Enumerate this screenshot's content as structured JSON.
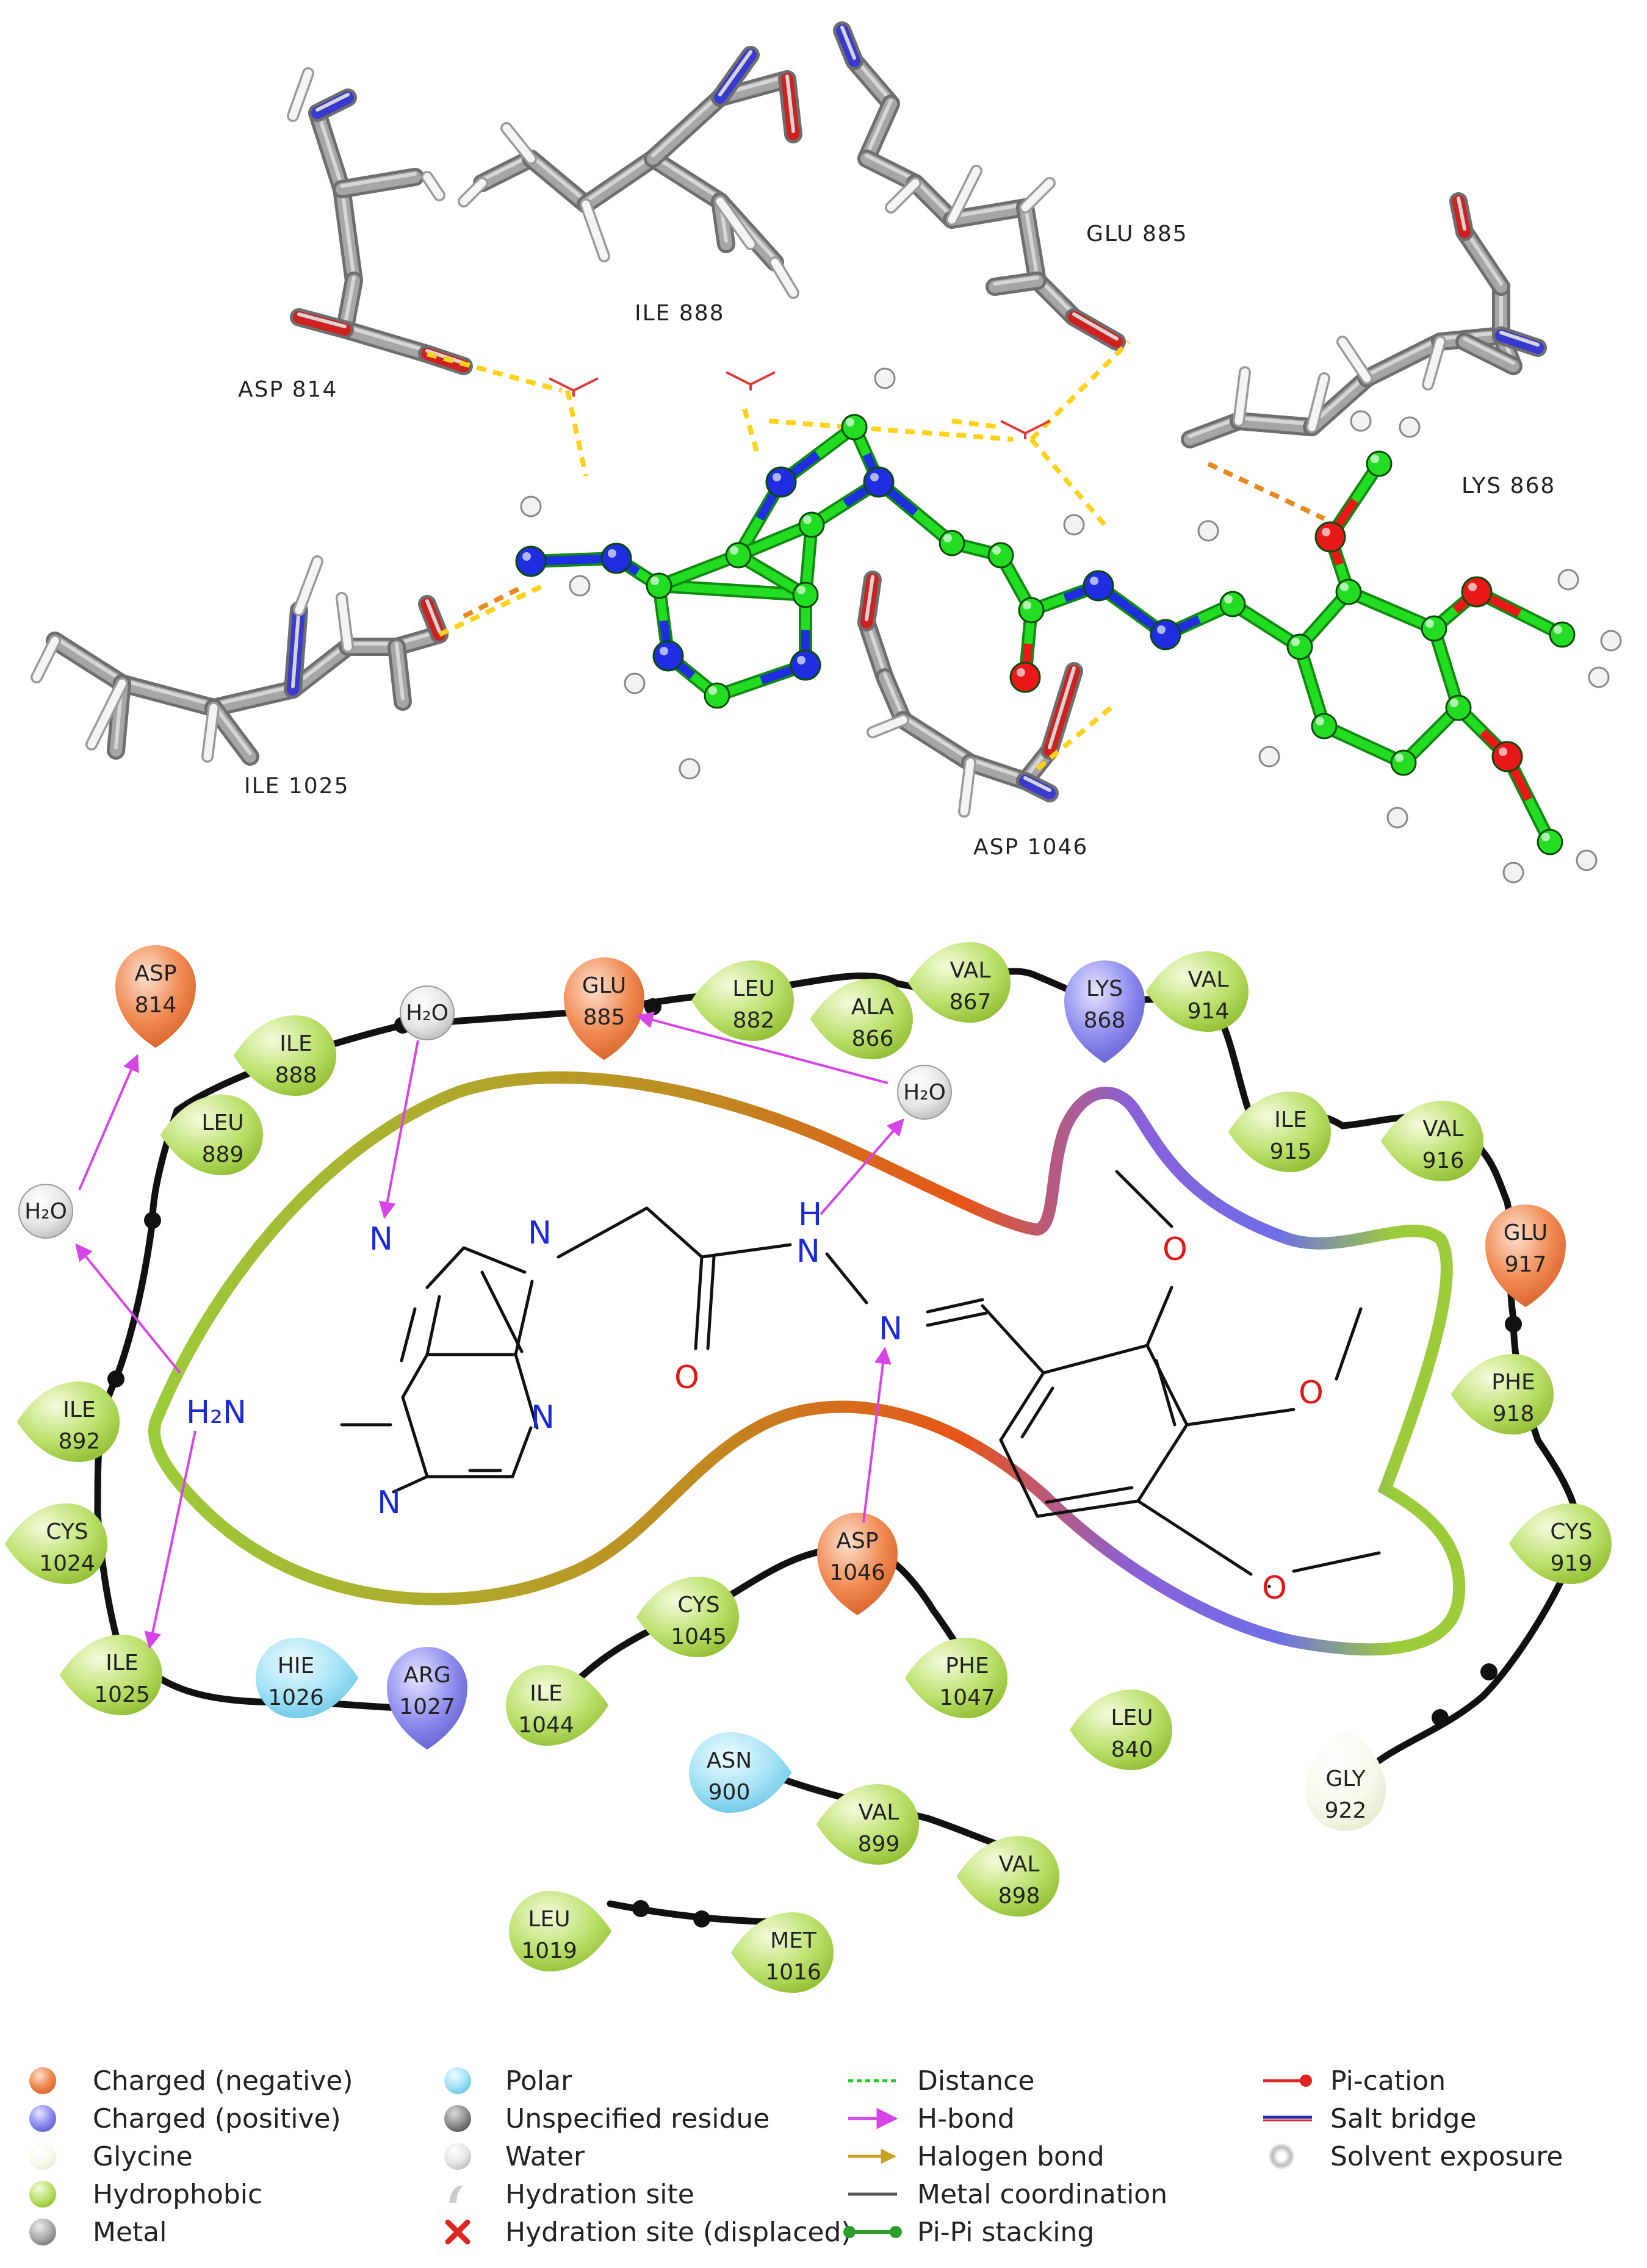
{
  "top_panel": {
    "residue_labels": [
      "ASP 814",
      "ILE 888",
      "GLU 885",
      "LYS 868",
      "ILE 1025",
      "ASP 1046"
    ]
  },
  "diagram": {
    "residues": [
      {
        "name": "ASP",
        "num": "814",
        "type": "negative"
      },
      {
        "name": "ILE",
        "num": "888",
        "type": "hydrophobic"
      },
      {
        "name": "LEU",
        "num": "889",
        "type": "hydrophobic"
      },
      {
        "name": "GLU",
        "num": "885",
        "type": "negative"
      },
      {
        "name": "LEU",
        "num": "882",
        "type": "hydrophobic"
      },
      {
        "name": "ALA",
        "num": "866",
        "type": "hydrophobic"
      },
      {
        "name": "VAL",
        "num": "867",
        "type": "hydrophobic"
      },
      {
        "name": "LYS",
        "num": "868",
        "type": "positive"
      },
      {
        "name": "VAL",
        "num": "914",
        "type": "hydrophobic"
      },
      {
        "name": "ILE",
        "num": "915",
        "type": "hydrophobic"
      },
      {
        "name": "VAL",
        "num": "916",
        "type": "hydrophobic"
      },
      {
        "name": "GLU",
        "num": "917",
        "type": "negative"
      },
      {
        "name": "PHE",
        "num": "918",
        "type": "hydrophobic"
      },
      {
        "name": "CYS",
        "num": "919",
        "type": "hydrophobic"
      },
      {
        "name": "GLY",
        "num": "922",
        "type": "glycine"
      },
      {
        "name": "ILE",
        "num": "892",
        "type": "hydrophobic"
      },
      {
        "name": "CYS",
        "num": "1024",
        "type": "hydrophobic"
      },
      {
        "name": "ILE",
        "num": "1025",
        "type": "hydrophobic"
      },
      {
        "name": "HIE",
        "num": "1026",
        "type": "polar"
      },
      {
        "name": "ARG",
        "num": "1027",
        "type": "positive"
      },
      {
        "name": "ILE",
        "num": "1044",
        "type": "hydrophobic"
      },
      {
        "name": "CYS",
        "num": "1045",
        "type": "hydrophobic"
      },
      {
        "name": "ASP",
        "num": "1046",
        "type": "negative"
      },
      {
        "name": "PHE",
        "num": "1047",
        "type": "hydrophobic"
      },
      {
        "name": "LEU",
        "num": "840",
        "type": "hydrophobic"
      },
      {
        "name": "ASN",
        "num": "900",
        "type": "polar"
      },
      {
        "name": "VAL",
        "num": "899",
        "type": "hydrophobic"
      },
      {
        "name": "VAL",
        "num": "898",
        "type": "hydrophobic"
      },
      {
        "name": "LEU",
        "num": "1019",
        "type": "hydrophobic"
      },
      {
        "name": "MET",
        "num": "1016",
        "type": "hydrophobic"
      }
    ],
    "water_label": "H₂O",
    "atoms": {
      "N": "N",
      "O": "O",
      "H": "H",
      "NH2": "H₂N"
    }
  },
  "legend": {
    "col1": [
      "Charged (negative)",
      "Charged (positive)",
      "Glycine",
      "Hydrophobic",
      "Metal"
    ],
    "col2": [
      "Polar",
      "Unspecified residue",
      "Water",
      "Hydration site",
      "Hydration site (displaced)"
    ],
    "col3": [
      "Distance",
      "H-bond",
      "Halogen bond",
      "Metal coordination",
      "Pi-Pi stacking"
    ],
    "col4": [
      "Pi-cation",
      "Salt bridge",
      "Solvent exposure"
    ]
  },
  "colors": {
    "negative": "#e8703a",
    "positive": "#7a78e0",
    "glycine": "#f6f8e8",
    "hydrophobic": "#9ccc3a",
    "polar": "#7fd3ef",
    "hbond": "#d545e8",
    "ligand_green": "#22dd22",
    "halogen": "#c8a020",
    "pistack": "#28a028"
  }
}
